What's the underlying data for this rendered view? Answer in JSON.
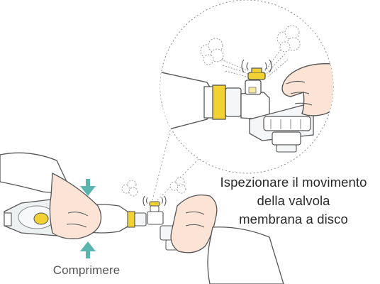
{
  "captions": {
    "inspect": [
      "Ispezionare il movimento",
      "della valvola",
      "membrana a disco"
    ],
    "squeeze": "Comprimere"
  },
  "colors": {
    "arrow": "#5ab5b0",
    "valve_yellow": "#f2d233",
    "skin": "#fbe4d5",
    "outline": "#555555",
    "dashed": "#9a9a9a",
    "mask": "#eef1f2"
  },
  "icons": {
    "squeeze_arrows": "down-arrow / up-arrow",
    "air_puffs": "cloud-puff"
  }
}
